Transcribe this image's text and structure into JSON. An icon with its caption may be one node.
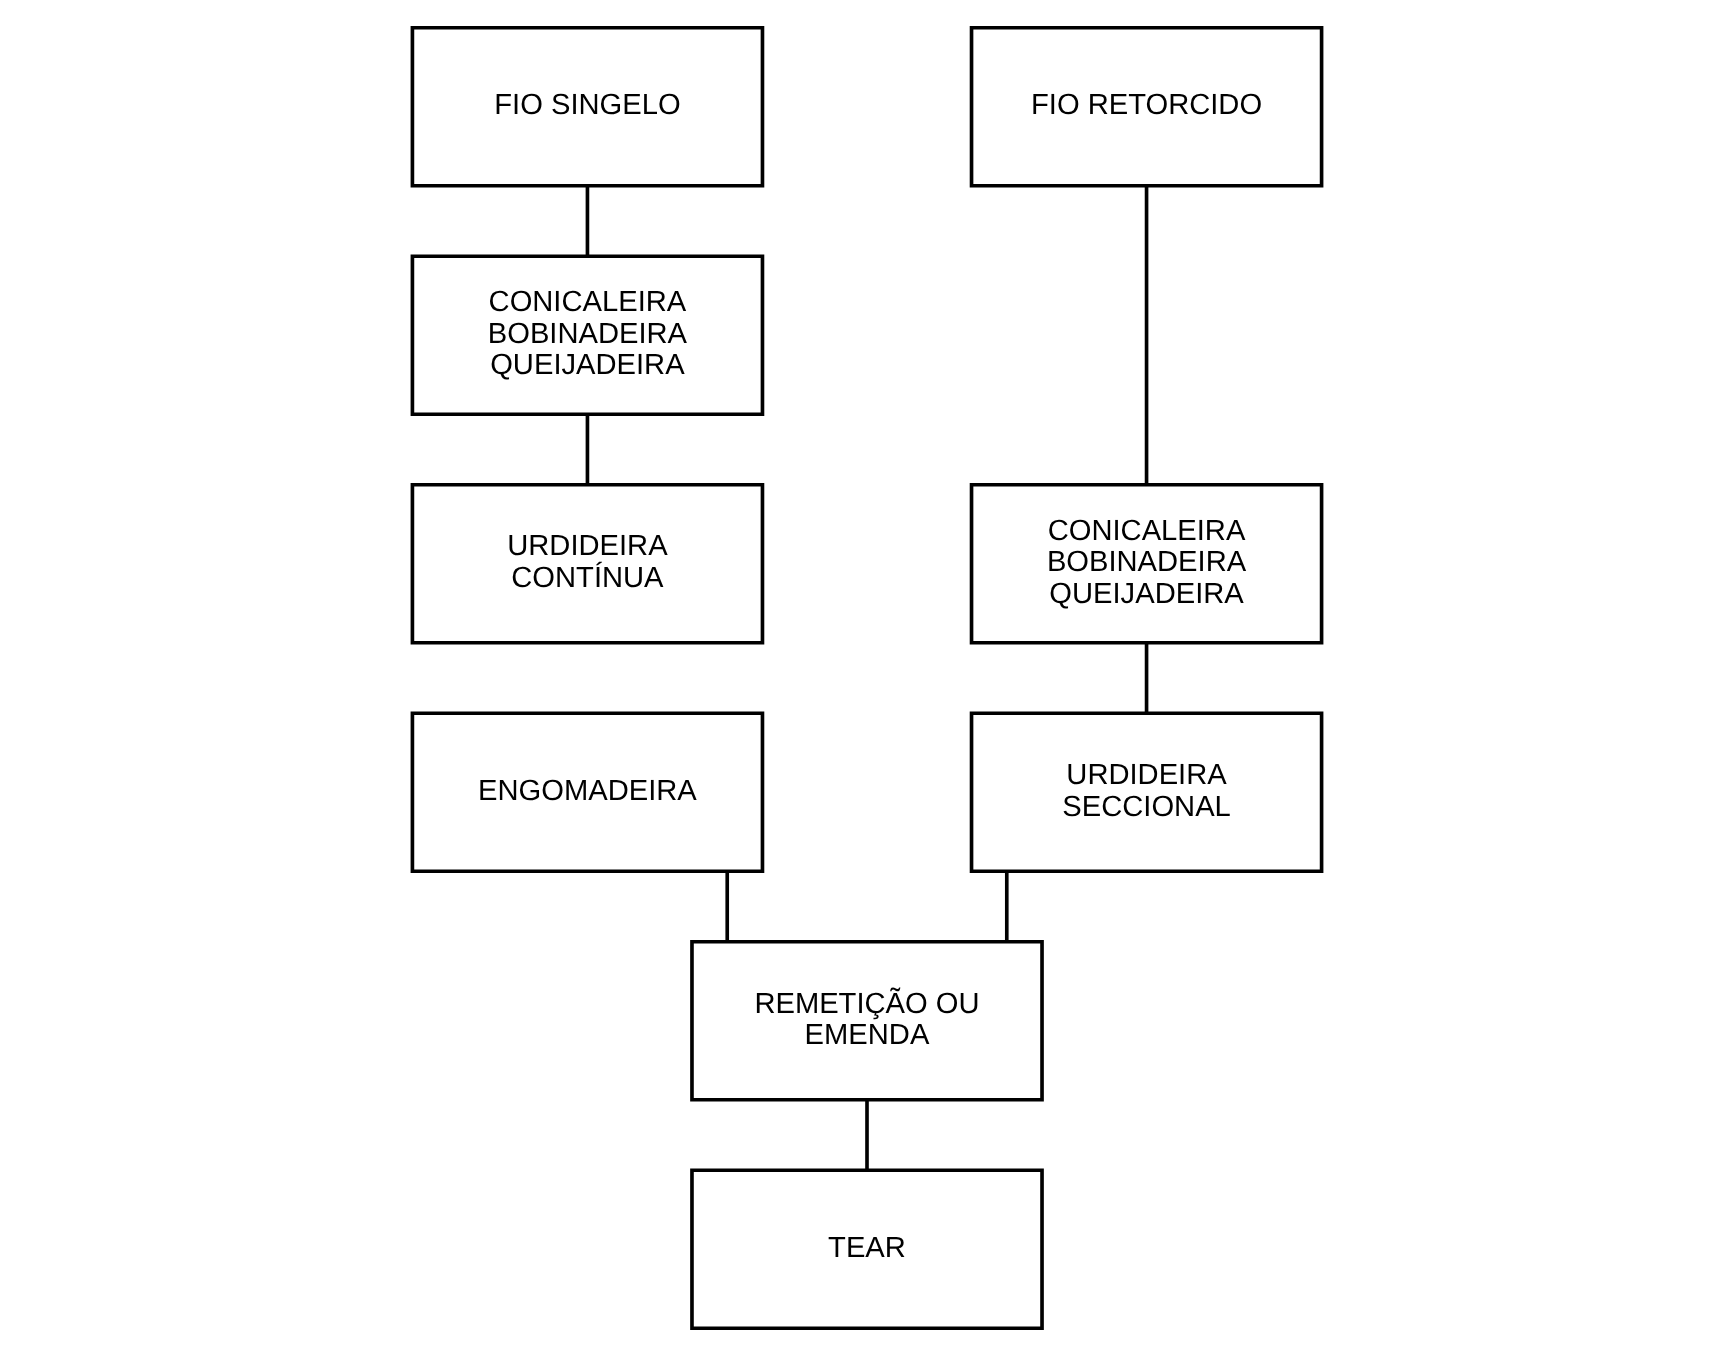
{
  "diagram": {
    "nodes": [
      {
        "text": [
          "FIO SINGELO"
        ]
      },
      {
        "text": [
          "CONICALEIRA BOBINADEIRA QUEIJADEIRA"
        ]
      },
      {
        "text": [
          "URDIDEIRA CONTÍNUA"
        ]
      },
      {
        "text": [
          "ENGOMADEIRA"
        ]
      },
      {
        "text": [
          "FIO RETORCIDO"
        ]
      },
      {
        "text": [
          "CONICALEIRA BOBINADEIRA QUEIJADEIRA"
        ]
      },
      {
        "text": [
          "URDIDEIRA SECCIONAL"
        ]
      },
      {
        "text": [
          "REMETIÇÃO OU EMENDA"
        ]
      },
      {
        "text": [
          "TEAR"
        ]
      }
    ],
    "edges": [
      {
        "from": 0,
        "to": 1,
        "arrow": "none"
      },
      {
        "from": 1,
        "to": 2,
        "arrow": "none"
      },
      {
        "from": 4,
        "to": 5,
        "arrow": "none"
      },
      {
        "from": 5,
        "to": 6,
        "arrow": "none"
      },
      {
        "from": 3,
        "to": 7,
        "arrow": "none"
      },
      {
        "from": 6,
        "to": 7,
        "arrow": "none"
      },
      {
        "from": 7,
        "to": 8,
        "arrow": "none"
      }
    ]
  }
}
